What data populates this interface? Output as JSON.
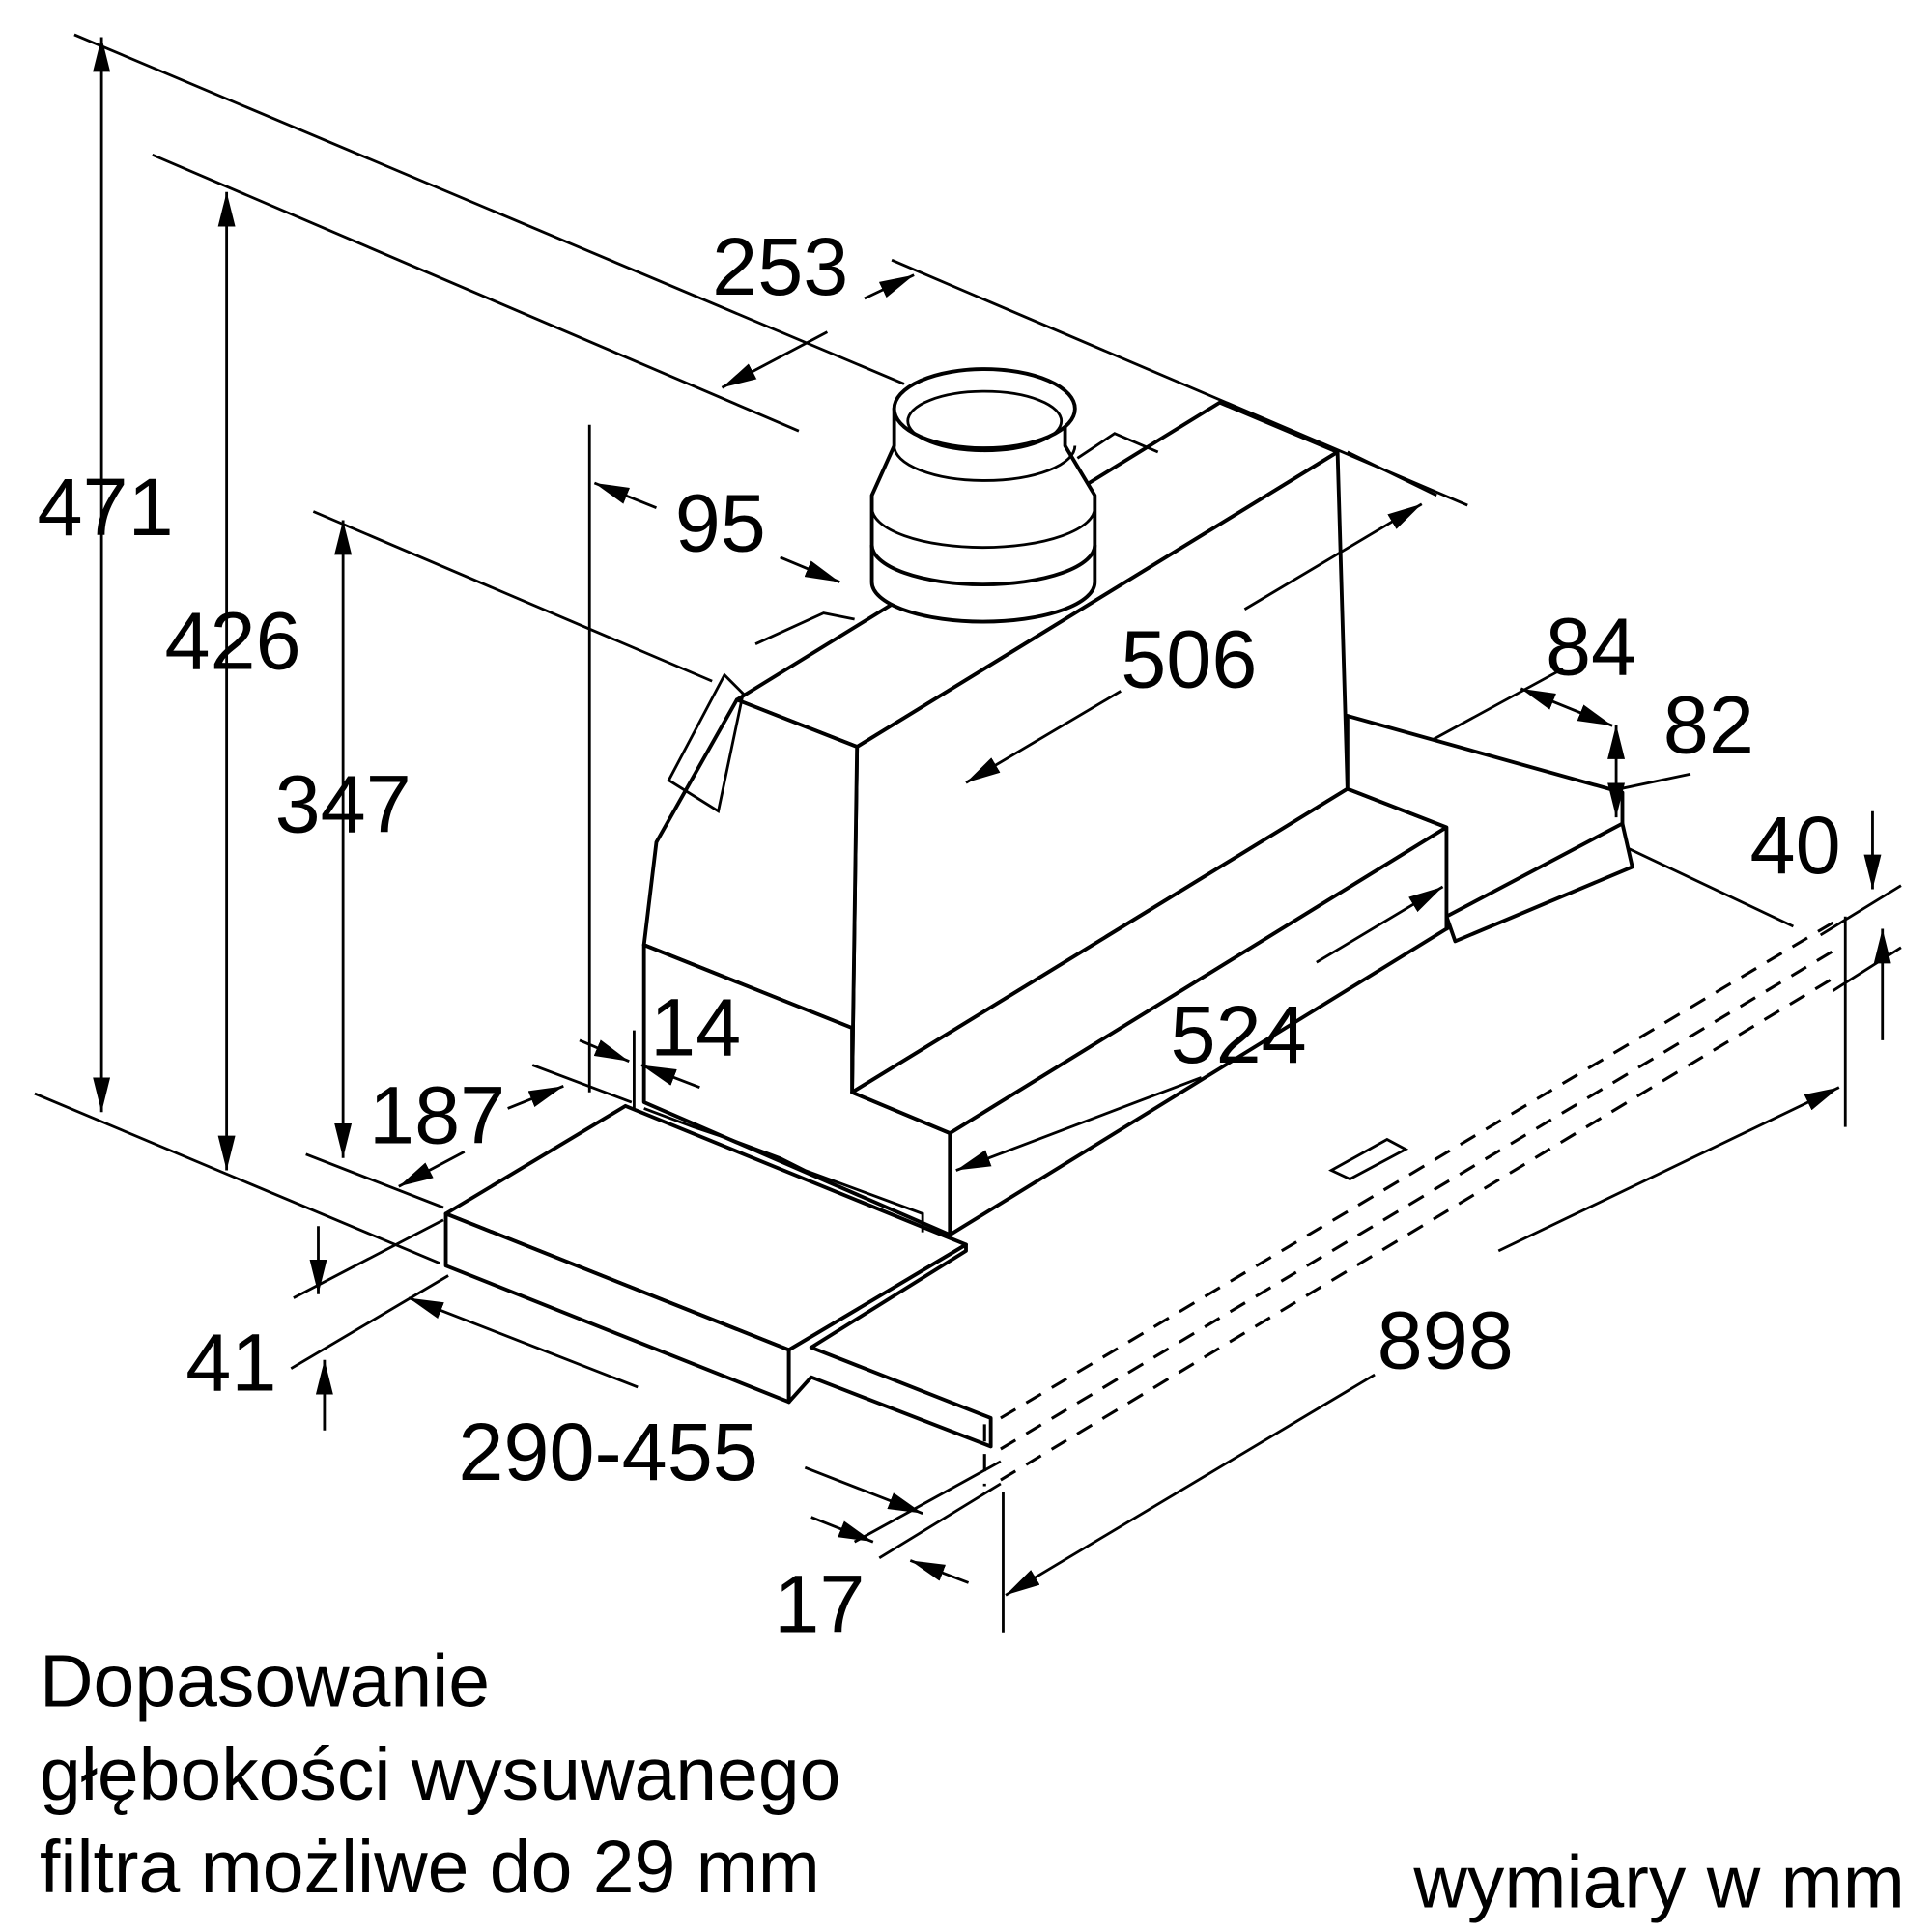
{
  "dimensions": {
    "d253": "253",
    "d95": "95",
    "d506": "506",
    "d84": "84",
    "d82": "82",
    "d40": "40",
    "d471": "471",
    "d426": "426",
    "d347": "347",
    "d14": "14",
    "d187": "187",
    "d524": "524",
    "d41": "41",
    "d290_455": "290-455",
    "d898": "898",
    "d17": "17"
  },
  "caption": {
    "line1": "Dopasowanie",
    "line2": "głębokości wysuwanego",
    "line3": "filtra możliwe do 29 mm"
  },
  "units_note": "wymiary w mm"
}
